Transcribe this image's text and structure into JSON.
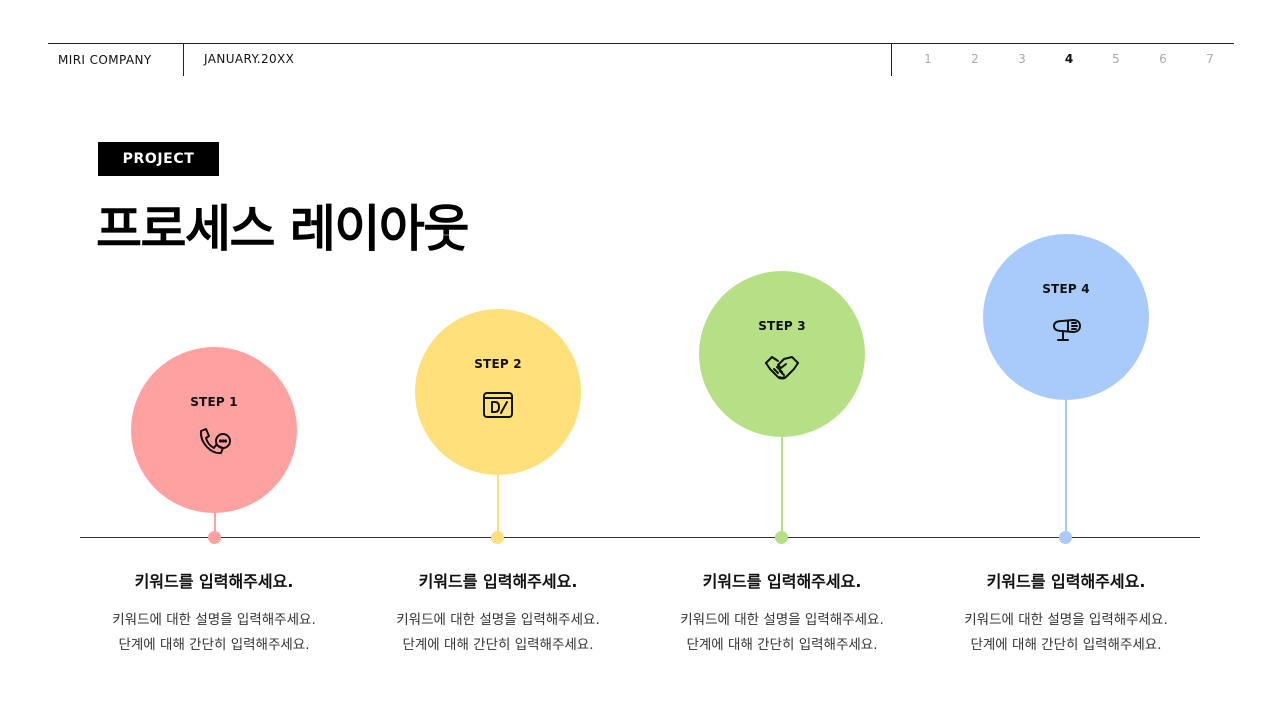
{
  "header": {
    "company": "MIRI COMPANY",
    "date": "JANUARY.20XX",
    "pages": [
      "1",
      "2",
      "3",
      "4",
      "5",
      "6",
      "7"
    ],
    "active_page": "4"
  },
  "section_tag": "PROJECT",
  "title": "프로세스 레이아웃",
  "steps": [
    {
      "label": "STEP 1",
      "icon": "phone-chat-icon",
      "color": "#FFA1A1",
      "heading": "키워드를 입력해주세요.",
      "desc1": "키워드에 대한 설명을 입력해주세요.",
      "desc2": "단계에 대해 간단히 입력해주세요."
    },
    {
      "label": "STEP 2",
      "icon": "calendar-d-icon",
      "color": "#FFE07A",
      "heading": "키워드를 입력해주세요.",
      "desc1": "키워드에 대한 설명을 입력해주세요.",
      "desc2": "단계에 대해 간단히 입력해주세요."
    },
    {
      "label": "STEP 3",
      "icon": "handshake-icon",
      "color": "#B5E085",
      "heading": "키워드를 입력해주세요.",
      "desc1": "키워드에 대한 설명을 입력해주세요.",
      "desc2": "단계에 대해 간단히 입력해주세요."
    },
    {
      "label": "STEP 4",
      "icon": "microphone-icon",
      "color": "#A8CBFB",
      "heading": "키워드를 입력해주세요.",
      "desc1": "키워드에 대한 설명을 입력해주세요.",
      "desc2": "단계에 대해 간단히 입력해주세요."
    }
  ]
}
